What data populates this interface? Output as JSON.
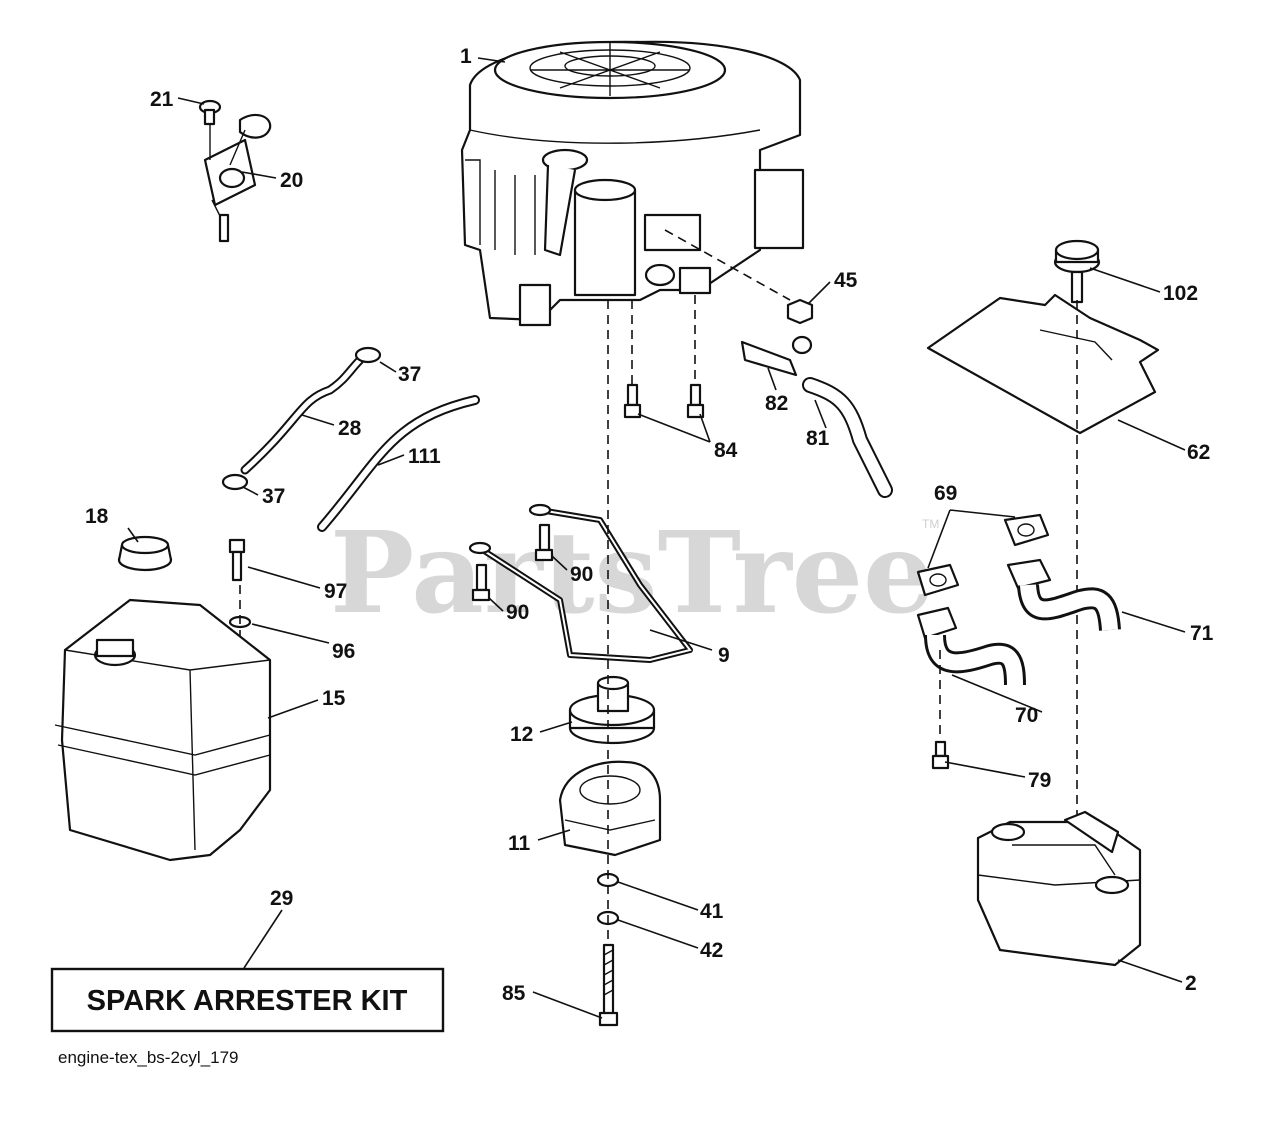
{
  "watermark": {
    "text": "PartsTree",
    "mark": "TM"
  },
  "kit_label": "SPARK ARRESTER KIT",
  "drawing_id": "engine-tex_bs-2cyl_179",
  "callouts": [
    {
      "id": "c1",
      "label": "1"
    },
    {
      "id": "c2",
      "label": "2"
    },
    {
      "id": "c9",
      "label": "9"
    },
    {
      "id": "c11",
      "label": "11"
    },
    {
      "id": "c12",
      "label": "12"
    },
    {
      "id": "c15",
      "label": "15"
    },
    {
      "id": "c18",
      "label": "18"
    },
    {
      "id": "c20",
      "label": "20"
    },
    {
      "id": "c21",
      "label": "21"
    },
    {
      "id": "c28",
      "label": "28"
    },
    {
      "id": "c29",
      "label": "29"
    },
    {
      "id": "c37a",
      "label": "37"
    },
    {
      "id": "c37b",
      "label": "37"
    },
    {
      "id": "c41",
      "label": "41"
    },
    {
      "id": "c42",
      "label": "42"
    },
    {
      "id": "c45",
      "label": "45"
    },
    {
      "id": "c62",
      "label": "62"
    },
    {
      "id": "c69",
      "label": "69"
    },
    {
      "id": "c70",
      "label": "70"
    },
    {
      "id": "c71",
      "label": "71"
    },
    {
      "id": "c79",
      "label": "79"
    },
    {
      "id": "c81",
      "label": "81"
    },
    {
      "id": "c82",
      "label": "82"
    },
    {
      "id": "c84",
      "label": "84"
    },
    {
      "id": "c85",
      "label": "85"
    },
    {
      "id": "c90a",
      "label": "90"
    },
    {
      "id": "c90b",
      "label": "90"
    },
    {
      "id": "c96",
      "label": "96"
    },
    {
      "id": "c97",
      "label": "97"
    },
    {
      "id": "c102",
      "label": "102"
    },
    {
      "id": "c111",
      "label": "111"
    }
  ]
}
